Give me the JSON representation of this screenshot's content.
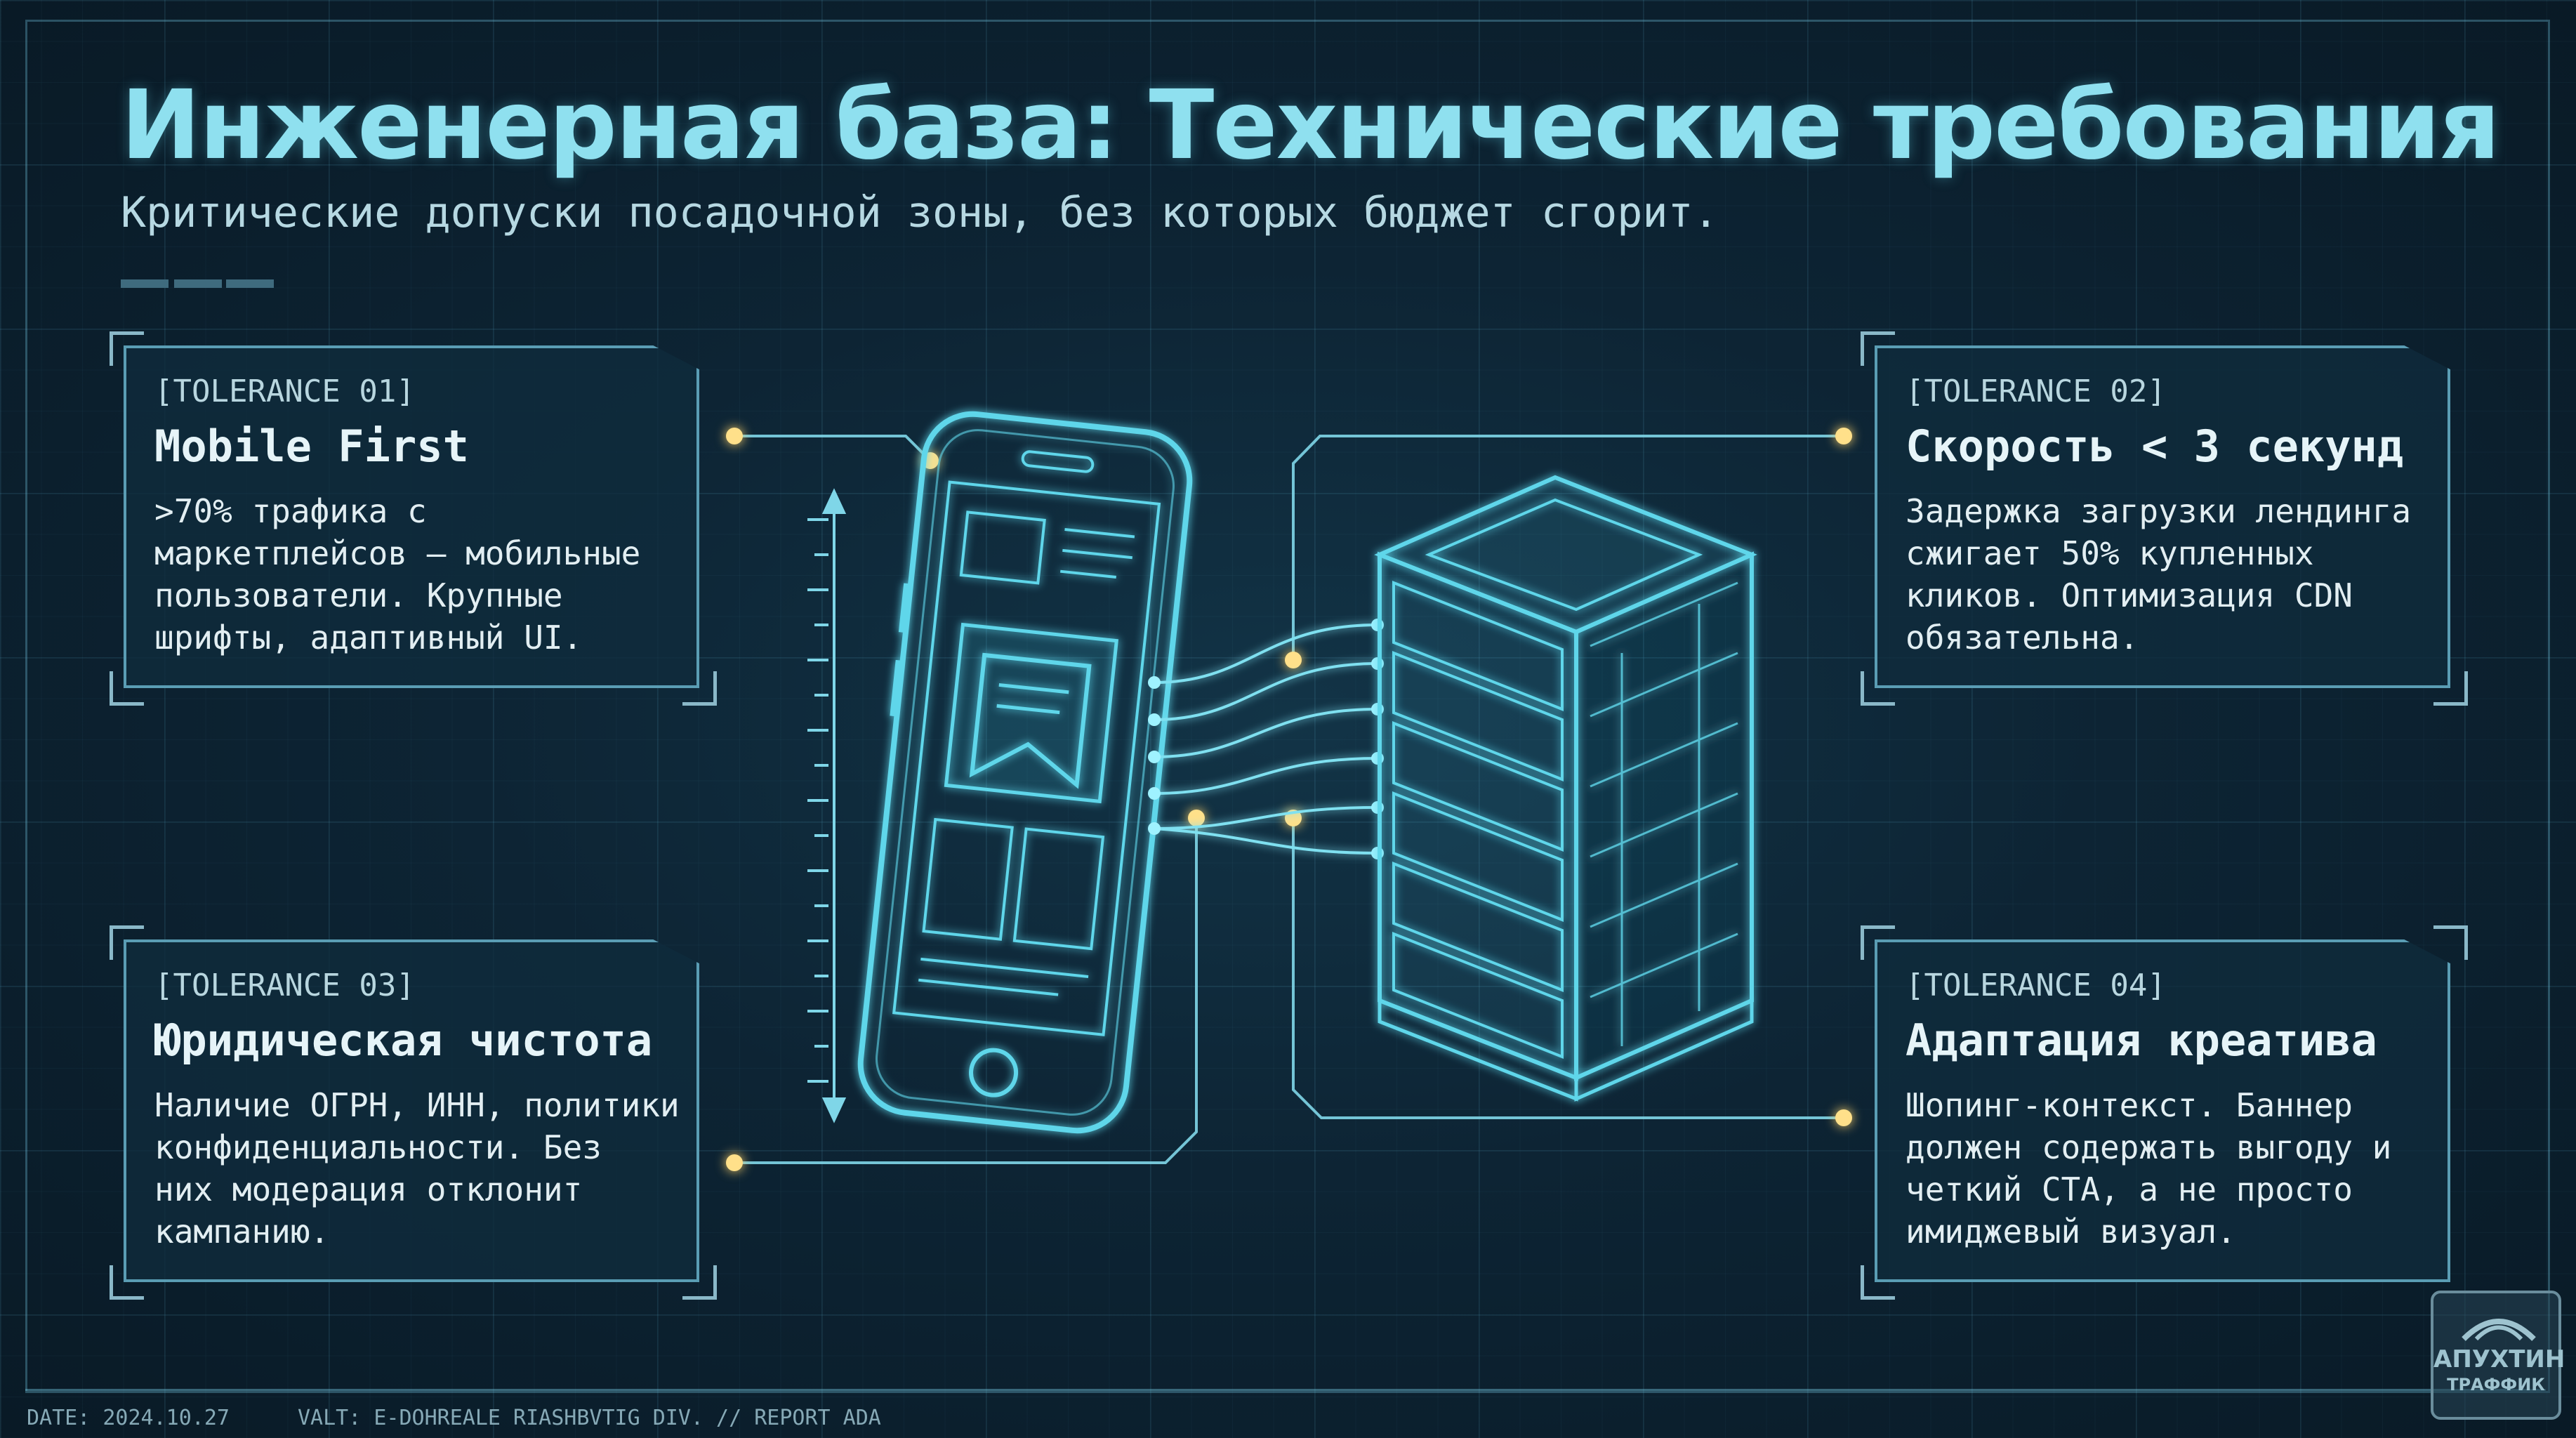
{
  "header": {
    "title": "Инженерная база: Технические требования",
    "subtitle": "Критические допуски посадочной зоны, без которых бюджет сгорит."
  },
  "cards": [
    {
      "tag": "[TOLERANCE 01]",
      "title": "Mobile First",
      "body": [
        ">70% трафика с",
        "маркетплейсов — мобильные",
        "пользователи. Крупные",
        "шрифты, адаптивный UI."
      ]
    },
    {
      "tag": "[TOLERANCE 02]",
      "title": "Скорость < 3 секунд",
      "body": [
        "Задержка загрузки лендинга",
        "сжигает 50% купленных",
        "кликов. Оптимизация CDN",
        "обязательна."
      ]
    },
    {
      "tag": "[TOLERANCE 03]",
      "title": "Юридическая чистота",
      "body": [
        "Наличие ОГРН, ИНН, политики",
        "конфиденциальности. Без",
        "них модерация отклонит",
        "кампанию."
      ]
    },
    {
      "tag": "[TOLERANCE 04]",
      "title": "Адаптация креатива",
      "body": [
        "Шопинг-контекст. Баннер",
        "должен содержать выгоду и",
        "четкий СТА, а не просто",
        "имиджевый визуал."
      ]
    }
  ],
  "footer": {
    "date": "DATE: 2024.10.27",
    "meta": "VALT: E-DOHREALE RIASHBVTIG DIV. // REPORT ADA"
  },
  "logo": {
    "line1": "АПУХТИН",
    "line2": "ТРАФФИК"
  },
  "colors": {
    "background": "#0c1e2b",
    "accent": "#8fe0ef",
    "connector_dot": "#ffe08a",
    "wireframe": "#4fd0e6"
  }
}
